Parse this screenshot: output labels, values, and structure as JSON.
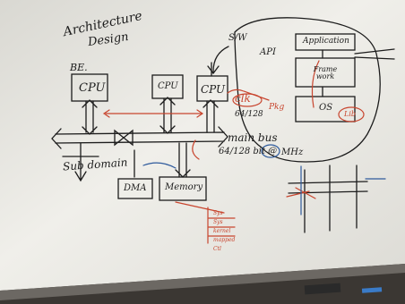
{
  "whiteboard": {
    "title_line1": "Architecture",
    "title_line2": "Design",
    "be_label": "BE.",
    "cpu_1": "CPU",
    "cpu_2": "CPU",
    "cpu_3": "CPU",
    "clk": "clk",
    "bus_width": "64/128",
    "main_bus": "main bus",
    "bus_speed": "64/128 bit @",
    "mhz": "MHz",
    "sub_domain": "Sub domain",
    "dma": "DMA",
    "memory": "Memory",
    "sw": "S/W",
    "api": "API",
    "application": "Application",
    "framework": "Frame work",
    "os": "OS",
    "pkg_left": "Pkg",
    "pkg_right": "Lib",
    "stack_items": [
      "Sys",
      "Sys",
      "kernel",
      "mapped",
      "Ctl"
    ]
  },
  "colors": {
    "board": "#ecebe5",
    "ink_black": "#1c1c1c",
    "ink_red": "#c8452e",
    "ink_blue": "#2e5a9c",
    "frame": "#3a3632"
  }
}
